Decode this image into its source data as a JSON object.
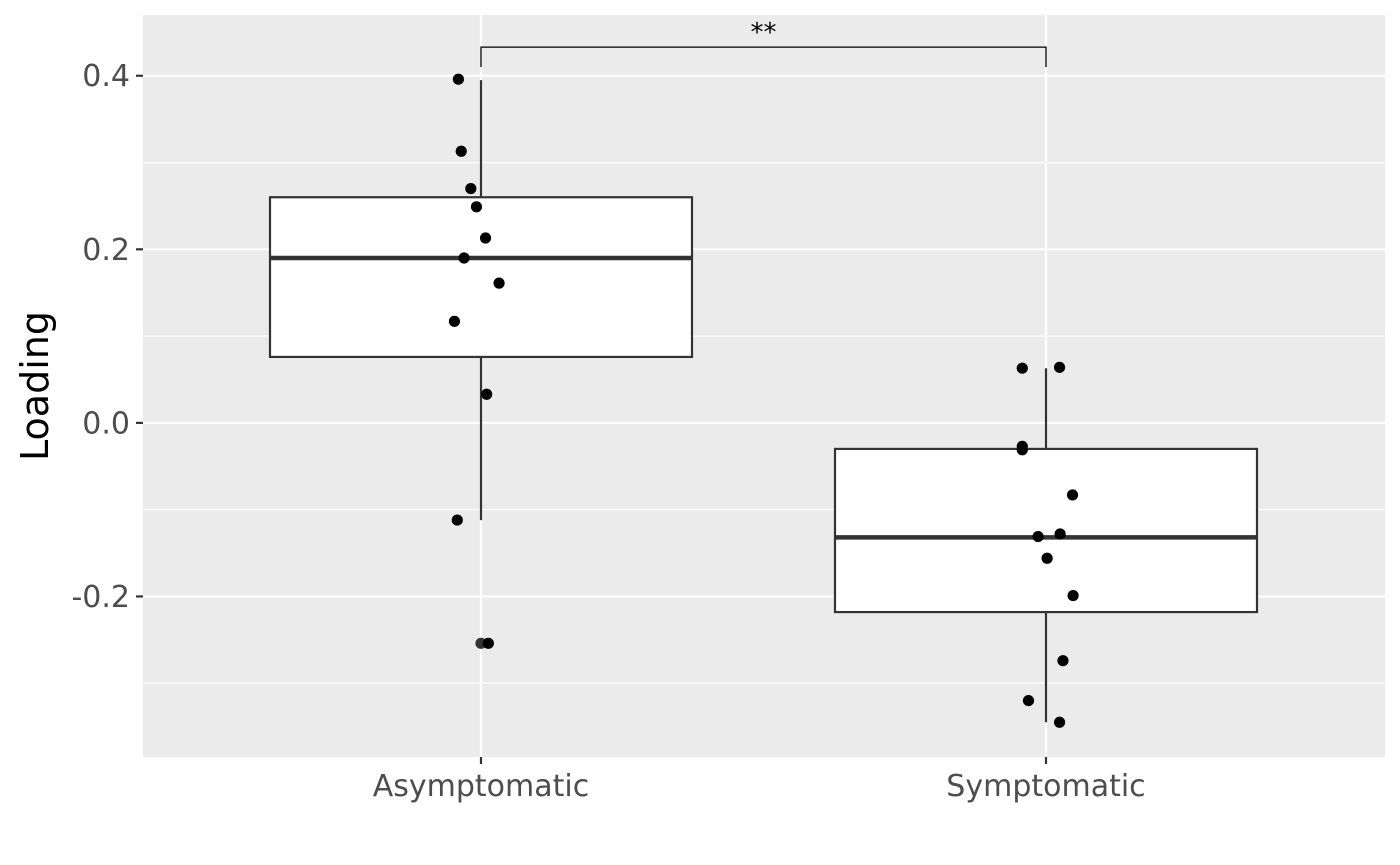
{
  "chart_data": {
    "type": "box",
    "title": "",
    "xlabel": "",
    "ylabel": "Loading",
    "ylim": [
      -0.385,
      0.47
    ],
    "yticks": [
      -0.2,
      0.0,
      0.2,
      0.4
    ],
    "ytick_labels": [
      "-0.2",
      "0.0",
      "0.2",
      "0.4"
    ],
    "y_minor_ticks": [
      -0.3,
      -0.1,
      0.1,
      0.3
    ],
    "grid": true,
    "legend": "none",
    "colors": {
      "panel": "#ebebeb",
      "grid": "#ffffff",
      "box_fill": "#ffffff",
      "box_line": "#333333",
      "point": "#000000",
      "tick_text": "#4d4d4d"
    },
    "categories": [
      "Asymptomatic",
      "Symptomatic"
    ],
    "boxes": [
      {
        "category": "Asymptomatic",
        "lower_whisker": -0.112,
        "q1": 0.076,
        "median": 0.19,
        "q3": 0.26,
        "upper_whisker": 0.395,
        "outliers": [
          -0.254
        ],
        "points": [
          {
            "dx": -0.04,
            "y": 0.396
          },
          {
            "dx": -0.035,
            "y": 0.313
          },
          {
            "dx": -0.018,
            "y": 0.27
          },
          {
            "dx": -0.008,
            "y": 0.249
          },
          {
            "dx": 0.008,
            "y": 0.213
          },
          {
            "dx": -0.03,
            "y": 0.19
          },
          {
            "dx": 0.032,
            "y": 0.161
          },
          {
            "dx": -0.047,
            "y": 0.117
          },
          {
            "dx": 0.01,
            "y": 0.033
          },
          {
            "dx": -0.042,
            "y": -0.112
          },
          {
            "dx": 0.013,
            "y": -0.254
          }
        ]
      },
      {
        "category": "Symptomatic",
        "lower_whisker": -0.345,
        "q1": -0.218,
        "median": -0.132,
        "q3": -0.03,
        "upper_whisker": 0.063,
        "outliers": [],
        "points": [
          {
            "dx": -0.042,
            "y": 0.063
          },
          {
            "dx": 0.024,
            "y": 0.064
          },
          {
            "dx": -0.042,
            "y": -0.027
          },
          {
            "dx": -0.042,
            "y": -0.031
          },
          {
            "dx": 0.047,
            "y": -0.083
          },
          {
            "dx": -0.014,
            "y": -0.131
          },
          {
            "dx": 0.025,
            "y": -0.128
          },
          {
            "dx": 0.002,
            "y": -0.156
          },
          {
            "dx": 0.048,
            "y": -0.199
          },
          {
            "dx": 0.03,
            "y": -0.274
          },
          {
            "dx": -0.031,
            "y": -0.32
          },
          {
            "dx": 0.024,
            "y": -0.345
          }
        ]
      }
    ],
    "annotations": [
      {
        "type": "significance_bracket",
        "from": "Asymptomatic",
        "to": "Symptomatic",
        "y": 0.433,
        "text": "**"
      }
    ]
  }
}
